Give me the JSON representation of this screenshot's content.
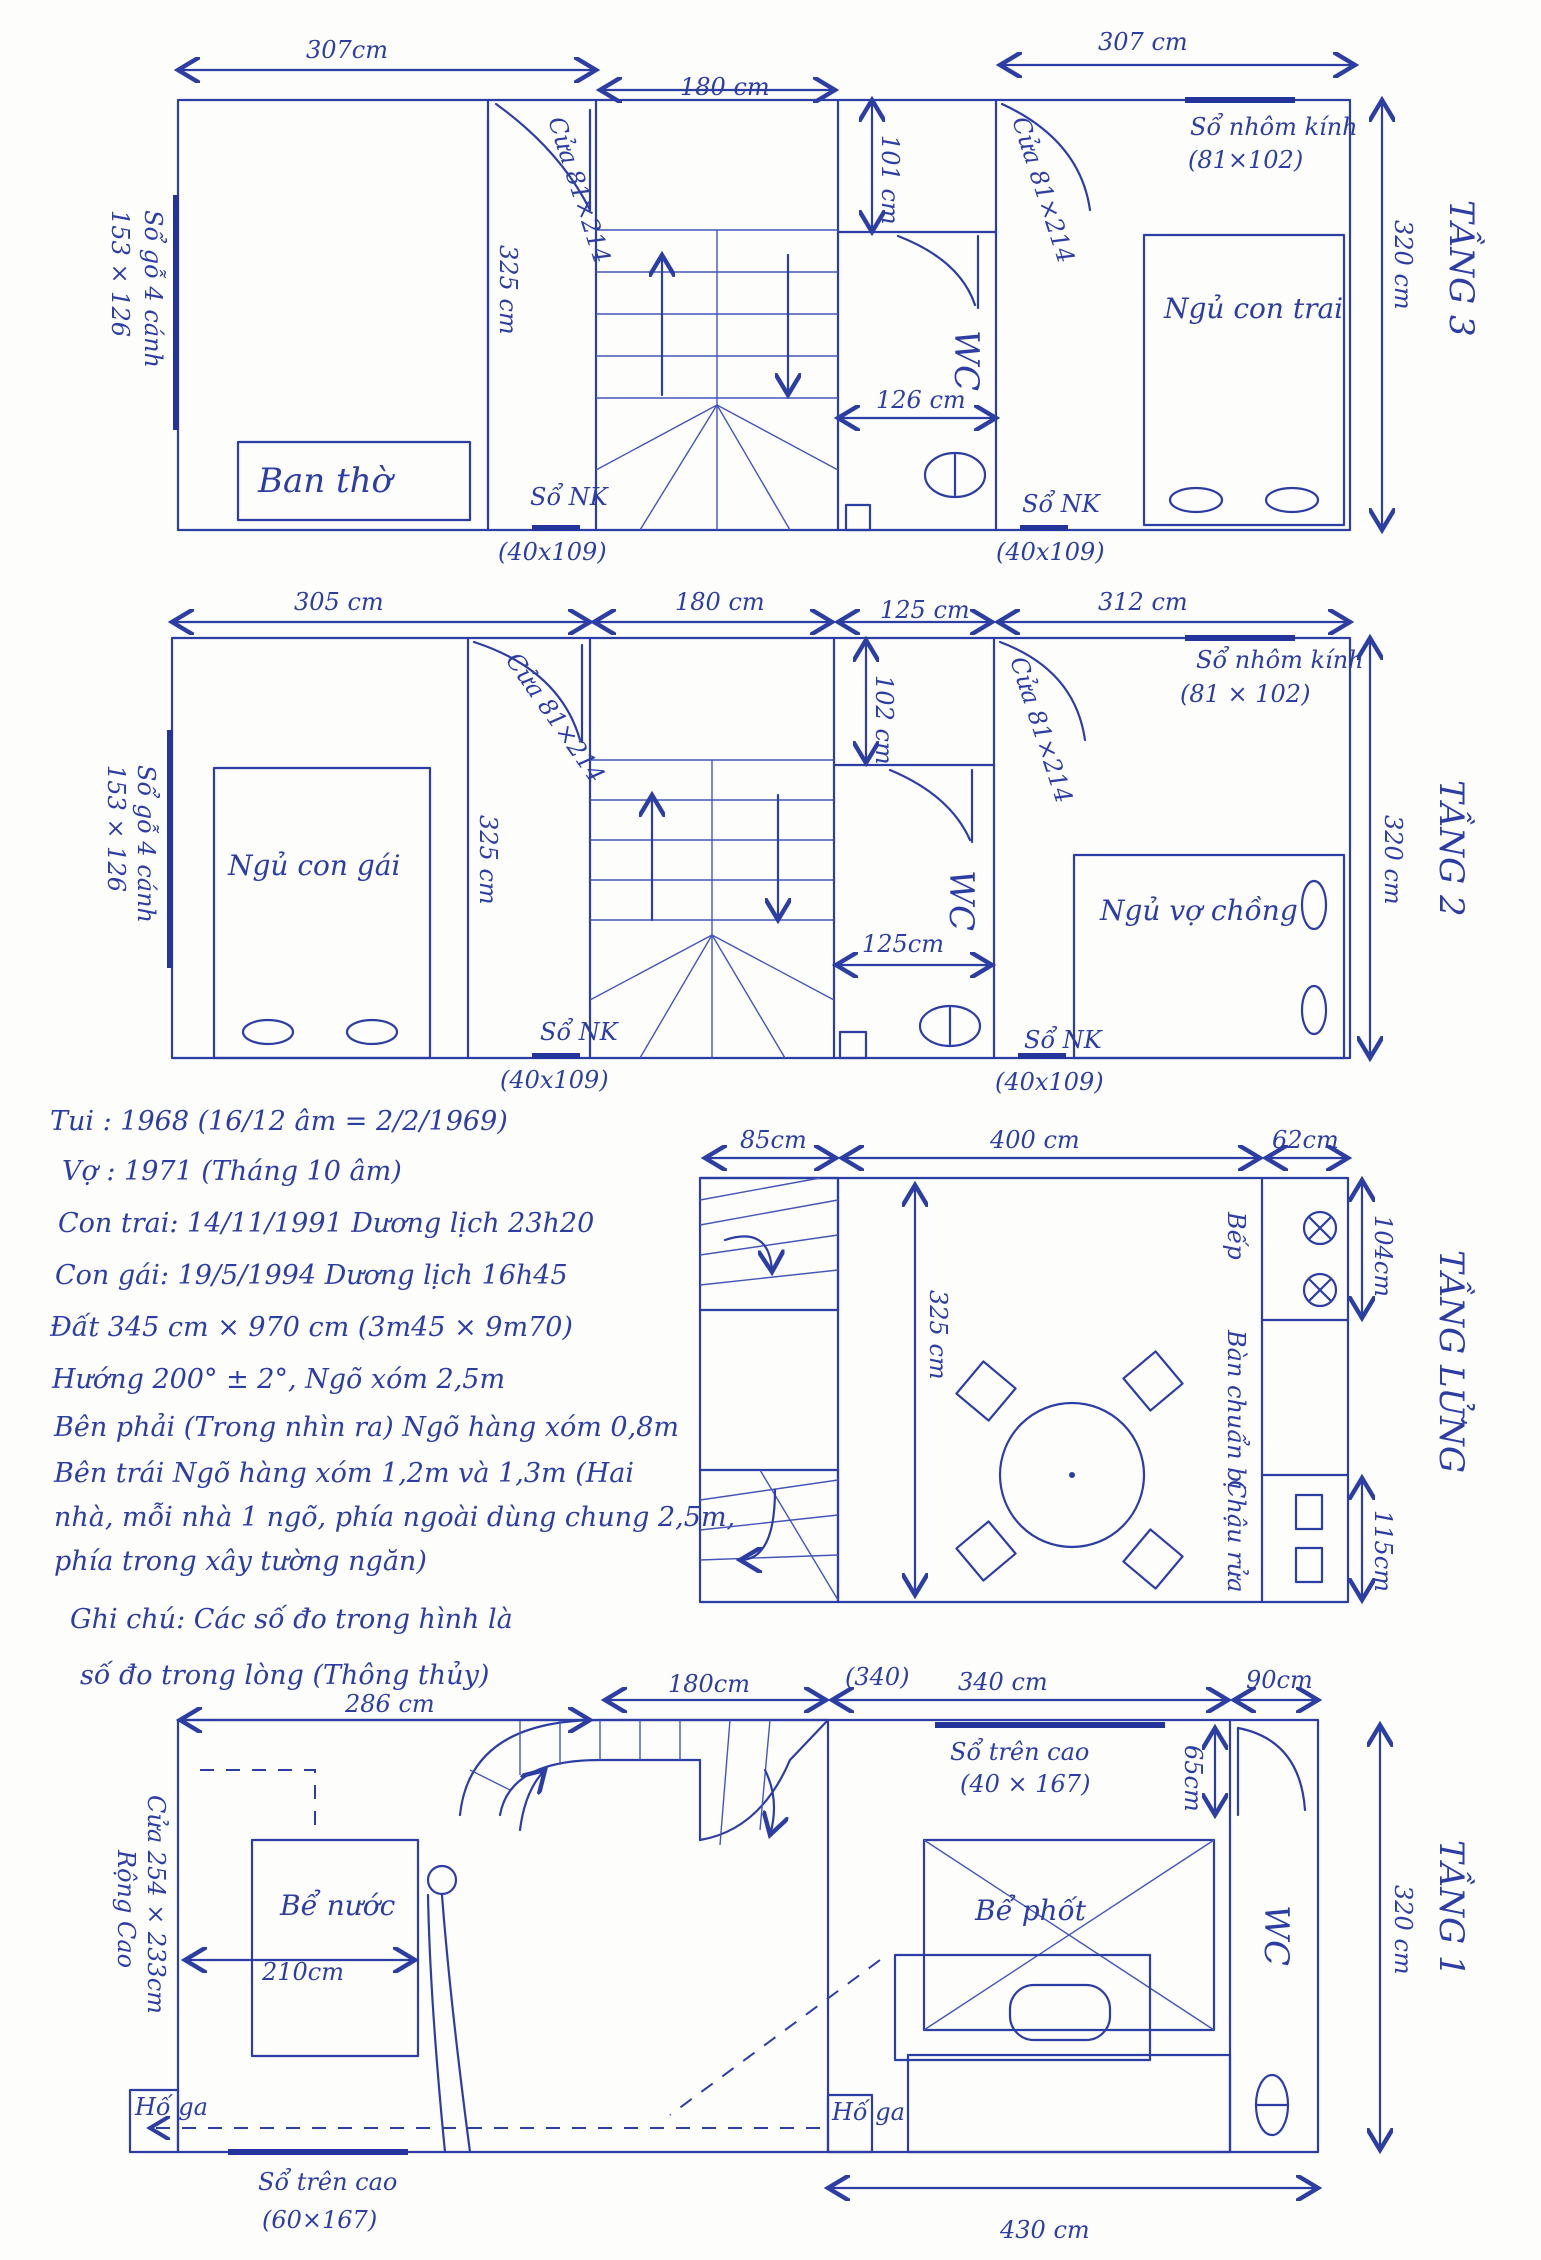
{
  "colors": {
    "ink": "#2c3ea3",
    "paper": "#fdfdfb"
  },
  "floor3": {
    "title": "TẦNG 3",
    "dims": {
      "left": "307cm",
      "stair": "180 cm",
      "right": "307 cm",
      "height": "320 cm",
      "inner": "325 cm",
      "wc_top": "101 cm",
      "wc_width": "126 cm"
    },
    "door_left": "Cửa 81×214",
    "door_right": "Cửa 81×214",
    "window_top": "Sổ nhôm kính",
    "window_top_size": "(81×102)",
    "window_left": "Sổ gỗ 4 cánh",
    "window_left_size": "153 × 126",
    "altar": "Ban thờ",
    "wc": "WC",
    "bedroom": "Ngủ con trai",
    "sonk_a": "Sổ NK",
    "sonk_a_size": "(40x109)",
    "sonk_b": "Sổ NK",
    "sonk_b_size": "(40x109)"
  },
  "floor2": {
    "title": "TẦNG 2",
    "dims": {
      "left": "305 cm",
      "stair": "180 cm",
      "wc": "125 cm",
      "right": "312 cm",
      "height": "320 cm",
      "inner": "325 cm",
      "wc_top": "102 cm",
      "wc_width": "125cm"
    },
    "door_left": "Cửa 81×214",
    "door_right": "Cửa 81×214",
    "window_top": "Sổ nhôm kính",
    "window_top_size": "(81 × 102)",
    "window_left": "Sổ gỗ 4 cánh",
    "window_left_size": "153 × 126",
    "bedroom_left": "Ngủ con gái",
    "bedroom_right": "Ngủ vợ chồng",
    "wc": "WC",
    "sonk_a": "Sổ NK",
    "sonk_a_size": "(40x109)",
    "sonk_b": "Sổ NK",
    "sonk_b_size": "(40x109)"
  },
  "mezzanine": {
    "title": "TẦNG LỬNG",
    "dims": {
      "left": "85cm",
      "mid": "400 cm",
      "right": "62cm",
      "inner": "325 cm",
      "kitchen": "104cm",
      "sink": "115cm"
    },
    "kitchen": "Bếp",
    "counter": "Bàn chuẩn bị",
    "sink": "Chậu rửa"
  },
  "notes": [
    "Tui : 1968 (16/12 âm = 2/2/1969)",
    "Vợ : 1971 (Tháng 10 âm)",
    "Con trai: 14/11/1991 Dương lịch 23h20",
    "Con gái: 19/5/1994 Dương lịch 16h45",
    "Đất 345 cm × 970 cm (3m45 × 9m70)",
    "Hướng 200° ± 2°, Ngõ xóm 2,5m",
    "Bên phải (Trong nhìn ra) Ngõ hàng xóm 0,8m",
    "Bên trái Ngõ hàng xóm 1,2m và 1,3m (Hai",
    "nhà, mỗi nhà 1 ngõ, phía ngoài dùng chung 2,5m,",
    "phía trong xây tường ngăn)",
    "Ghi chú: Các số đo trong hình là",
    "số đo trong lòng (Thông thủy)"
  ],
  "floor1": {
    "title": "TẦNG 1",
    "dims": {
      "left": "286 cm",
      "stair": "180cm",
      "mid_a": "(340)",
      "mid_b": "340 cm",
      "right": "90cm",
      "height": "320 cm",
      "bottom": "430 cm",
      "tank_w": "210cm",
      "door_h": "65cm"
    },
    "door_left": "Cửa 254 × 233cm",
    "door_left_sub": "Rộng Cao",
    "water_tank": "Bể nước",
    "septic": "Bể phốt",
    "wc": "WC",
    "window_top": "Sổ trên cao",
    "window_top_size": "(40 × 167)",
    "window_bottom": "Sổ trên cao",
    "window_bottom_size": "(60×167)",
    "pit_left": "Hố ga",
    "pit_right": "Hố ga"
  }
}
